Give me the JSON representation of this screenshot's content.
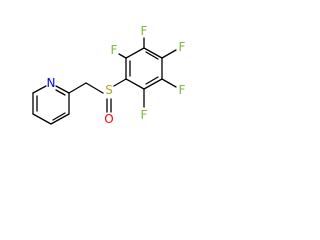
{
  "molecule": {
    "atoms": {
      "n_pyridine": {
        "symbol": "N",
        "color": "#0000ff"
      },
      "s_sulfinyl": {
        "symbol": "S",
        "color": "#b5a82a"
      },
      "o_sulfinyl": {
        "symbol": "O",
        "color": "#ff0000"
      },
      "f_1": {
        "symbol": "F",
        "color": "#7fb83a"
      },
      "f_2": {
        "symbol": "F",
        "color": "#7fb83a"
      },
      "f_3": {
        "symbol": "F",
        "color": "#7fb83a"
      },
      "f_4": {
        "symbol": "F",
        "color": "#7fb83a"
      },
      "f_5": {
        "symbol": "F",
        "color": "#7fb83a"
      }
    },
    "bond_color": "#000000"
  }
}
